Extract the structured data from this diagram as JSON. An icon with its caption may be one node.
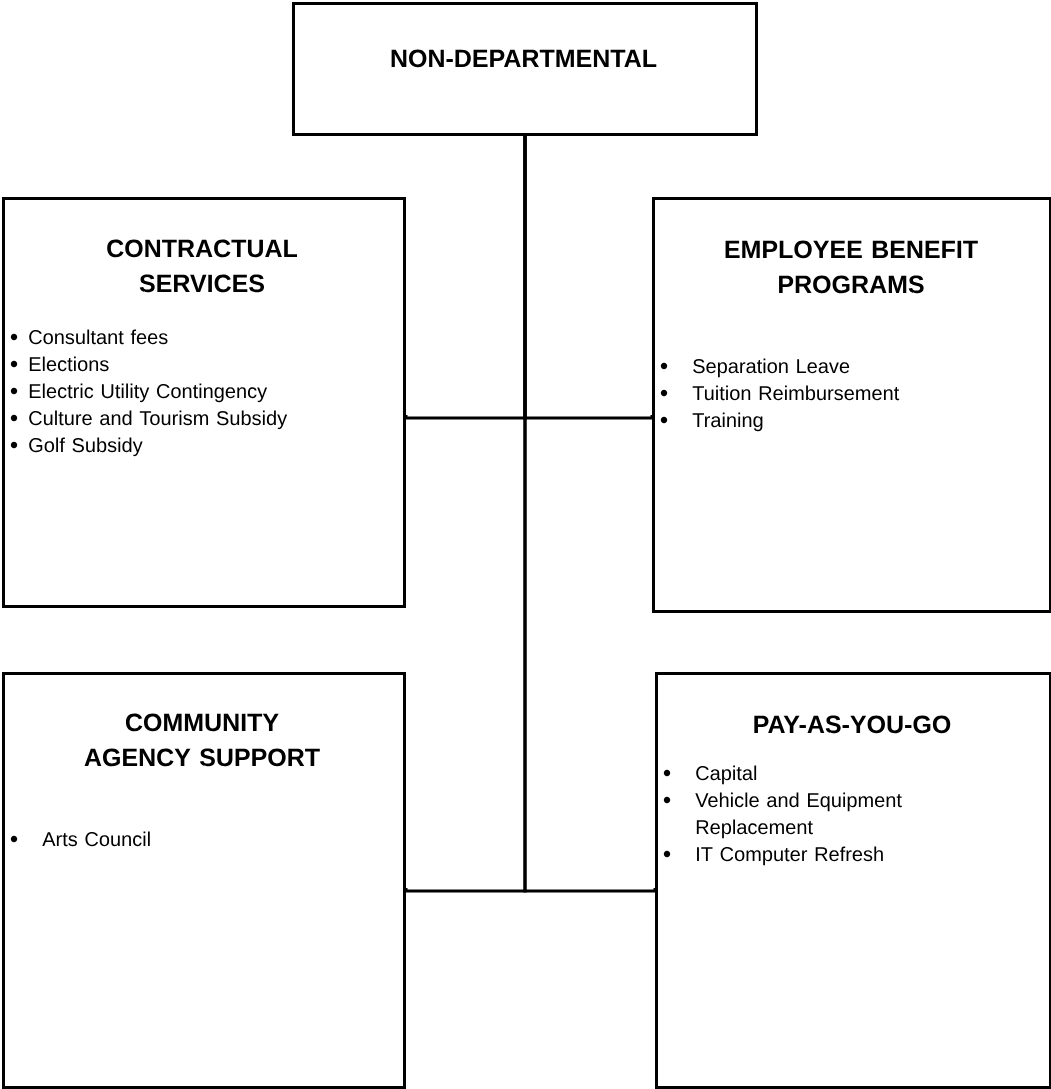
{
  "diagram": {
    "nodes": [
      {
        "text": [
          "NON-DEPARTMENTAL"
        ]
      },
      {
        "text": [
          "CONTRACTUAL SERVICES",
          "Consultant fees",
          "Elections",
          "Electric Utility Contingency",
          "Culture and Tourism Subsidy",
          "Golf Subsidy"
        ]
      },
      {
        "text": [
          "EMPLOYEE BENEFIT PROGRAMS",
          "Separation Leave",
          "Tuition Reimbursement",
          "Training"
        ]
      },
      {
        "text": [
          "COMMUNITY AGENCY SUPPORT",
          "Arts Council"
        ]
      },
      {
        "text": [
          "PAY-AS-YOU-GO",
          "Capital",
          "Vehicle and Equipment Replacement",
          "IT Computer Refresh"
        ]
      }
    ],
    "edges": [
      {
        "from": 0,
        "to": 1,
        "arrow": "none"
      },
      {
        "from": 0,
        "to": 2,
        "arrow": "none"
      },
      {
        "from": 0,
        "to": 3,
        "arrow": "none"
      },
      {
        "from": 0,
        "to": 4,
        "arrow": "none"
      }
    ]
  }
}
